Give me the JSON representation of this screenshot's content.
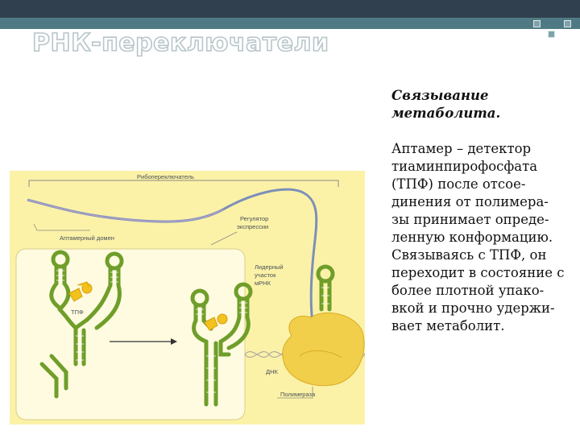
{
  "slide": {
    "title": "РНК-переключатели",
    "subtitle_lines": [
      "Связывание",
      "метаболита."
    ],
    "body_lines": [
      "Аптамер – детектор",
      "тиаминпирофосфата",
      "(ТПФ) после отсое-",
      "динения от полимера-",
      "зы принимает опреде-",
      "ленную конформацию.",
      "Связываясь с ТПФ, он",
      "переходит в состояние с",
      "более плотной упако-",
      "вкой и прочно удержи-",
      "вает метаболит."
    ]
  },
  "figure": {
    "labels": {
      "riboswitch": "Рибопереключатель",
      "regulator_line1": "Регулятор",
      "regulator_line2": "экспрессии",
      "aptamer_domain": "Аптамерный домен",
      "leader_line1": "Лидерный",
      "leader_line2": "участок",
      "leader_line3": "мРНК",
      "tpp": "ТПФ",
      "dna": "ДНК",
      "polymerase": "Полимераза"
    },
    "colors": {
      "background": "#fbf2a8",
      "inset": "#fffbe0",
      "rna_green": "#6f9e2a",
      "rna_purple": "#8a64a8",
      "polymerase": "#f2cf4a",
      "tpp": "#f3c21c"
    }
  }
}
